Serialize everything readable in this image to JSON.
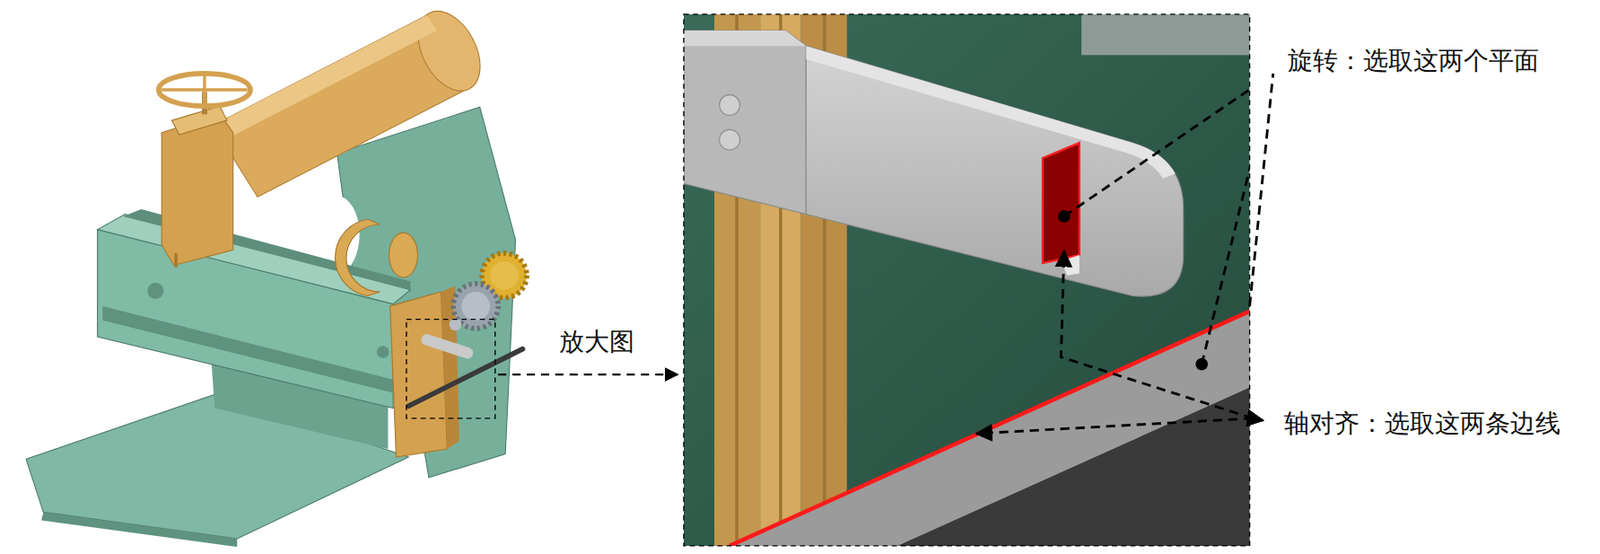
{
  "diagram": {
    "labels": [
      "放大图",
      "旋转：选取这两个平面",
      "轴对齐：选取这两条边线"
    ]
  }
}
